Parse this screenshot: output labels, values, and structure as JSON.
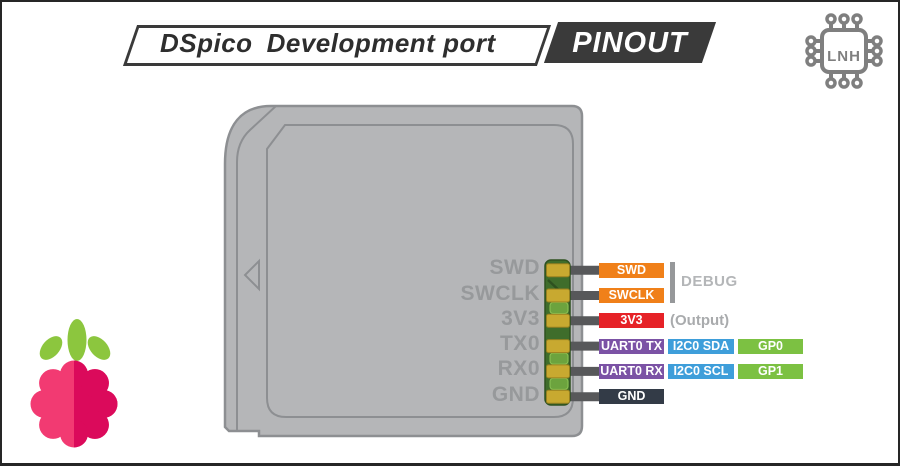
{
  "header": {
    "title_part1": "DSpico",
    "title_part2": "Development port",
    "badge": "PINOUT"
  },
  "chip_logo": {
    "text": "LNH",
    "color": "#7f7f7f"
  },
  "board": {
    "pin_names": [
      "SWD",
      "SWCLK",
      "3V3",
      "TX0",
      "RX0",
      "GND"
    ],
    "card_fill": "#b5b6b8",
    "card_outline": "#8d8f92",
    "pcb_green": "#3f6d2b",
    "pad_gold": "#c8a930",
    "trace_light_green": "#6ca33e"
  },
  "pinout": {
    "rows": [
      {
        "pin": "SWD",
        "boxes": [
          {
            "label": "SWD",
            "type": "debug"
          }
        ]
      },
      {
        "pin": "SWCLK",
        "boxes": [
          {
            "label": "SWCLK",
            "type": "debug"
          }
        ]
      },
      {
        "pin": "3V3",
        "boxes": [
          {
            "label": "3V3",
            "type": "power"
          }
        ],
        "annotation": "(Output)"
      },
      {
        "pin": "TX0",
        "boxes": [
          {
            "label": "UART0 TX",
            "type": "uart"
          },
          {
            "label": "I2C0 SDA",
            "type": "i2c"
          },
          {
            "label": "GP0",
            "type": "gpio"
          }
        ]
      },
      {
        "pin": "RX0",
        "boxes": [
          {
            "label": "UART0 RX",
            "type": "uart"
          },
          {
            "label": "I2C0 SCL",
            "type": "i2c"
          },
          {
            "label": "GP1",
            "type": "gpio"
          }
        ]
      },
      {
        "pin": "GND",
        "boxes": [
          {
            "label": "GND",
            "type": "ground"
          }
        ]
      }
    ],
    "debug_group_label": "DEBUG",
    "type_colors": {
      "debug": "#f08019",
      "power": "#e62227",
      "uart": "#7b52a5",
      "i2c": "#3e9eda",
      "gpio": "#7cc142",
      "ground": "#333b47"
    },
    "wire_color": "#57585a"
  },
  "raspberry_logo": {
    "berry_light": "#f23a72",
    "berry_dark": "#db0a5b",
    "leaf_green": "#8cc63e"
  }
}
